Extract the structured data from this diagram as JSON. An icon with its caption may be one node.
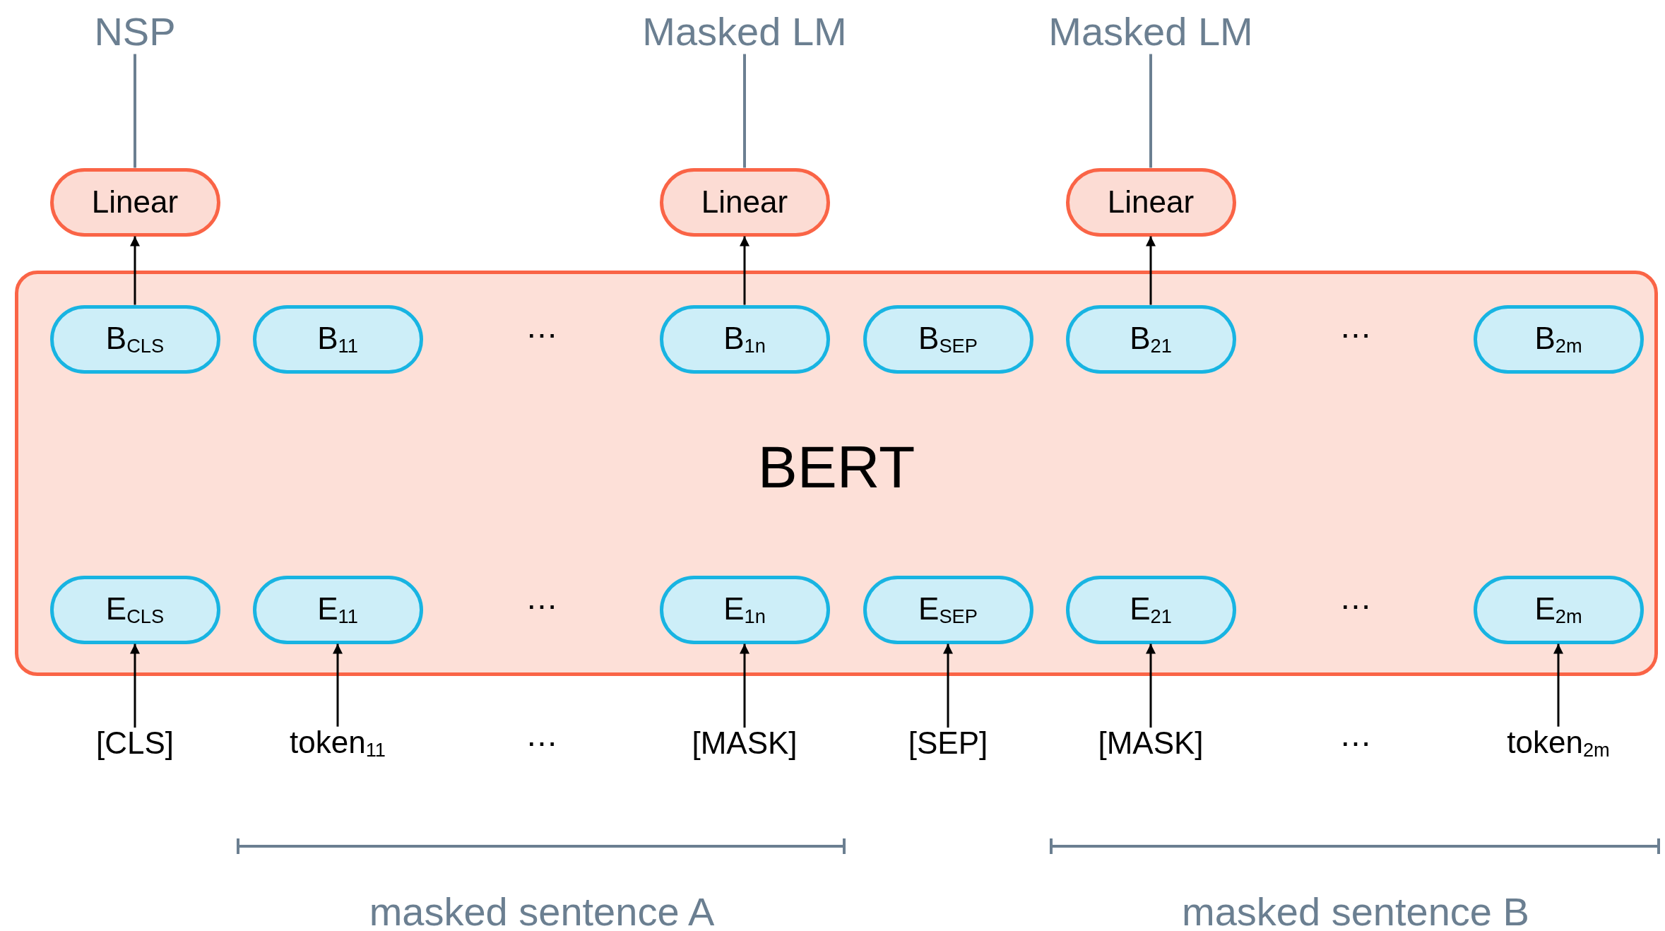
{
  "diagram": {
    "nodes": [
      {
        "text": [
          "NSP"
        ]
      },
      {
        "text": [
          "Masked LM"
        ]
      },
      {
        "text": [
          "Masked LM"
        ]
      },
      {
        "text": [
          "Linear"
        ]
      },
      {
        "text": [
          "Linear"
        ]
      },
      {
        "text": [
          "Linear"
        ]
      },
      {
        "text": [
          "BERT"
        ]
      },
      {
        "text": [
          "B$_{CLS}$"
        ],
        "in": 6
      },
      {
        "text": [
          "B$_{11}$"
        ],
        "in": 6
      },
      {
        "text": [
          "B$_{1n}$"
        ],
        "in": 6
      },
      {
        "text": [
          "B$_{SEP}$"
        ],
        "in": 6
      },
      {
        "text": [
          "B$_{21}$"
        ],
        "in": 6
      },
      {
        "text": [
          "B$_{2m}$"
        ],
        "in": 6
      },
      {
        "text": [
          "E$_{CLS}$"
        ],
        "in": 6
      },
      {
        "text": [
          "E$_{11}$"
        ],
        "in": 6
      },
      {
        "text": [
          "E$_{1n}$"
        ],
        "in": 6
      },
      {
        "text": [
          "E$_{SEP}$"
        ],
        "in": 6
      },
      {
        "text": [
          "E$_{21}$"
        ],
        "in": 6
      },
      {
        "text": [
          "E$_{2m}$"
        ],
        "in": 6
      },
      {
        "text": [
          "[CLS]"
        ]
      },
      {
        "text": [
          "token$_{11}$"
        ]
      },
      {
        "text": [
          "[MASK]"
        ]
      },
      {
        "text": [
          "[SEP]"
        ]
      },
      {
        "text": [
          "[MASK]"
        ]
      },
      {
        "text": [
          "token$_{2m}$"
        ]
      }
    ],
    "edges": [
      {
        "from": 3,
        "to": 0,
        "arrow": "none",
        "color": "#6b7f91"
      },
      {
        "from": 4,
        "to": 1,
        "arrow": "none",
        "color": "#6b7f91"
      },
      {
        "from": 5,
        "to": 2,
        "arrow": "none",
        "color": "#6b7f91"
      },
      {
        "from": 7,
        "to": 3,
        "arrow": "to"
      },
      {
        "from": 9,
        "to": 4,
        "arrow": "to"
      },
      {
        "from": 11,
        "to": 5,
        "arrow": "to"
      },
      {
        "from": 19,
        "to": 13,
        "arrow": "to"
      },
      {
        "from": 20,
        "to": 14,
        "arrow": "to"
      },
      {
        "from": 21,
        "to": 15,
        "arrow": "to"
      },
      {
        "from": 22,
        "to": 16,
        "arrow": "to"
      },
      {
        "from": 23,
        "to": 17,
        "arrow": "to"
      },
      {
        "from": 24,
        "to": 18,
        "arrow": "to"
      }
    ],
    "labels": [
      "⋯",
      "⋯",
      "⋯",
      "⋯",
      "⋯",
      "⋯",
      "masked sentence A",
      "masked sentence B"
    ]
  }
}
